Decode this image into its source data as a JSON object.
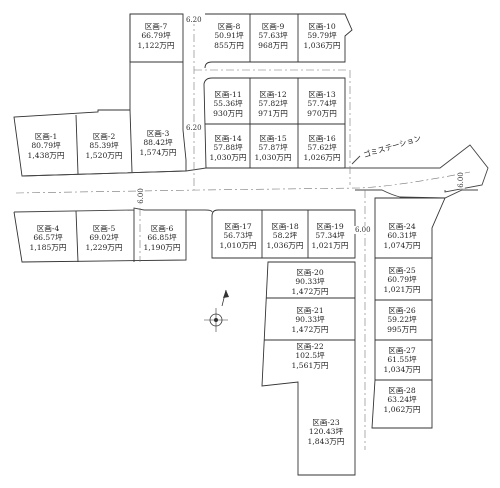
{
  "lots": {
    "l1": {
      "name": "区画-1",
      "area": "80.79坪",
      "price": "1,438万円"
    },
    "l2": {
      "name": "区画-2",
      "area": "85.39坪",
      "price": "1,520万円"
    },
    "l3": {
      "name": "区画-3",
      "area": "88.42坪",
      "price": "1,574万円"
    },
    "l4": {
      "name": "区画-4",
      "area": "66.57坪",
      "price": "1,185万円"
    },
    "l5": {
      "name": "区画-5",
      "area": "69.02坪",
      "price": "1,229万円"
    },
    "l6": {
      "name": "区画-6",
      "area": "66.85坪",
      "price": "1,190万円"
    },
    "l7": {
      "name": "区画-7",
      "area": "66.79坪",
      "price": "1,122万円"
    },
    "l8": {
      "name": "区画-8",
      "area": "50.91坪",
      "price": "855万円"
    },
    "l9": {
      "name": "区画-9",
      "area": "57.63坪",
      "price": "968万円"
    },
    "l10": {
      "name": "区画-10",
      "area": "59.79坪",
      "price": "1,036万円"
    },
    "l11": {
      "name": "区画-11",
      "area": "55.36坪",
      "price": "930万円"
    },
    "l12": {
      "name": "区画-12",
      "area": "57.82坪",
      "price": "971万円"
    },
    "l13": {
      "name": "区画-13",
      "area": "57.74坪",
      "price": "970万円"
    },
    "l14": {
      "name": "区画-14",
      "area": "57.88坪",
      "price": "1,030万円"
    },
    "l15": {
      "name": "区画-15",
      "area": "57.87坪",
      "price": "1,030万円"
    },
    "l16": {
      "name": "区画-16",
      "area": "57.62坪",
      "price": "1,026万円"
    },
    "l17": {
      "name": "区画-17",
      "area": "56.73坪",
      "price": "1,010万円"
    },
    "l18": {
      "name": "区画-18",
      "area": "58.2坪",
      "price": "1,036万円"
    },
    "l19": {
      "name": "区画-19",
      "area": "57.34坪",
      "price": "1,021万円"
    },
    "l20": {
      "name": "区画-20",
      "area": "90.33坪",
      "price": "1,472万円"
    },
    "l21": {
      "name": "区画-21",
      "area": "90.33坪",
      "price": "1,472万円"
    },
    "l22": {
      "name": "区画-22",
      "area": "102.5坪",
      "price": "1,561万円"
    },
    "l23": {
      "name": "区画-23",
      "area": "120.43坪",
      "price": "1,843万円"
    },
    "l24": {
      "name": "区画-24",
      "area": "60.31坪",
      "price": "1,074万円"
    },
    "l25": {
      "name": "区画-25",
      "area": "60.79坪",
      "price": "1,021万円"
    },
    "l26": {
      "name": "区画-26",
      "area": "59.22坪",
      "price": "995万円"
    },
    "l27": {
      "name": "区画-27",
      "area": "61.55坪",
      "price": "1,034万円"
    },
    "l28": {
      "name": "区画-28",
      "area": "63.24坪",
      "price": "1,062万円"
    }
  },
  "road_widths": {
    "w_top": "6.20",
    "w_mid": "6.20",
    "w_left": "6.00",
    "w_right": "6.00",
    "w_east": "6.00"
  },
  "garbage_station": "ゴミステーション",
  "north_arrow": "compass-north-arrow"
}
